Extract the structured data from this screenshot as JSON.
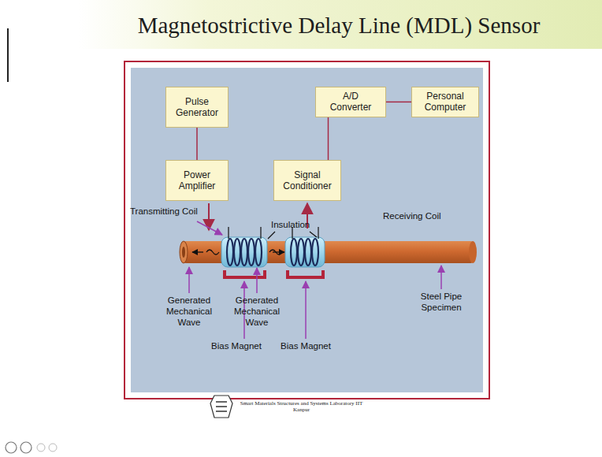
{
  "diagram": {
    "title": "Magnetostrictive Delay Line (MDL) Sensor",
    "nodes": [
      {
        "text": [
          "Pulse Generator"
        ]
      },
      {
        "text": [
          "A/D Converter"
        ]
      },
      {
        "text": [
          "Personal Computer"
        ]
      },
      {
        "text": [
          "Power Amplifier"
        ]
      },
      {
        "text": [
          "Signal Conditioner"
        ]
      }
    ],
    "edges": [
      {
        "from": 0,
        "to": 3,
        "arrow": "none"
      },
      {
        "from": 1,
        "to": 4,
        "arrow": "none"
      },
      {
        "from": 1,
        "to": 2,
        "arrow": "none"
      }
    ],
    "labels": [
      "Transmitting Coil",
      "Insulation",
      "Receiving Coil",
      "Generated Mechanical Wave",
      "Generated Mechanical Wave",
      "Bias Magnet",
      "Bias Magnet",
      "Steel Pipe Specimen",
      "Smart Materials Structures and Systems Laboratory IIT Kanpur"
    ]
  }
}
